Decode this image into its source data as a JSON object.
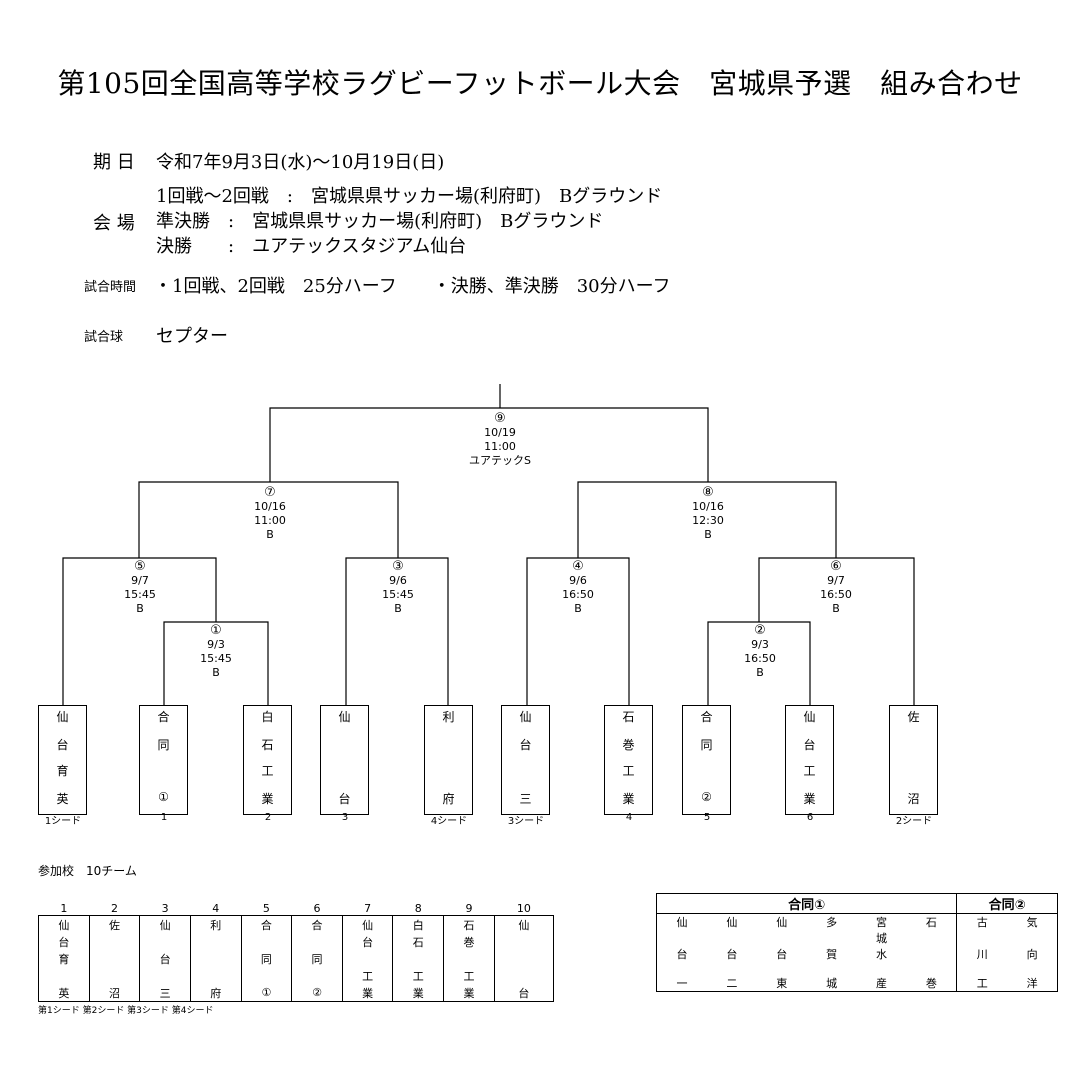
{
  "title": "第105回全国高等学校ラグビーフットボール大会　宮城県予選　組み合わせ",
  "info": {
    "date_label": "期 日",
    "date_value": "令和7年9月3日(水)～10月19日(日)",
    "venue_label": "会 場",
    "venue_line1": "1回戦～2回戦　:　宮城県県サッカー場(利府町)　Bグラウンド",
    "venue_line2": "準決勝　:　宮城県県サッカー場(利府町)　Bグラウンド",
    "venue_line3": "決勝　　:　ユアテックスタジアム仙台",
    "time_label": "試合時間",
    "time_value": "・1回戦、2回戦　25分ハーフ　　・決勝、準決勝　30分ハーフ",
    "ball_label": "試合球",
    "ball_value": "セプター"
  },
  "matches": [
    {
      "id": "m9",
      "lines": [
        "⑨",
        "10/19",
        "11:00",
        "ユアテックS"
      ]
    },
    {
      "id": "m7",
      "lines": [
        "⑦",
        "10/16",
        "11:00",
        "B"
      ]
    },
    {
      "id": "m8",
      "lines": [
        "⑧",
        "10/16",
        "12:30",
        "B"
      ]
    },
    {
      "id": "m5",
      "lines": [
        "⑤",
        "9/7",
        "15:45",
        "B"
      ]
    },
    {
      "id": "m3",
      "lines": [
        "③",
        "9/6",
        "15:45",
        "B"
      ]
    },
    {
      "id": "m4",
      "lines": [
        "④",
        "9/6",
        "16:50",
        "B"
      ]
    },
    {
      "id": "m6",
      "lines": [
        "⑥",
        "9/7",
        "16:50",
        "B"
      ]
    },
    {
      "id": "m1",
      "lines": [
        "①",
        "9/3",
        "15:45",
        "B"
      ]
    },
    {
      "id": "m2",
      "lines": [
        "②",
        "9/3",
        "16:50",
        "B"
      ]
    }
  ],
  "teams": [
    {
      "chars": [
        "仙",
        "台",
        "育",
        "英"
      ],
      "seed": "1シード"
    },
    {
      "chars": [
        "合",
        "同",
        "",
        "①"
      ],
      "seed": "1"
    },
    {
      "chars": [
        "白",
        "石",
        "工",
        "業"
      ],
      "seed": "2"
    },
    {
      "chars": [
        "仙",
        "",
        "",
        "台"
      ],
      "seed": "3"
    },
    {
      "chars": [
        "利",
        "",
        "",
        "府"
      ],
      "seed": "4シード"
    },
    {
      "chars": [
        "仙",
        "台",
        "",
        "三"
      ],
      "seed": "3シード"
    },
    {
      "chars": [
        "石",
        "巻",
        "工",
        "業"
      ],
      "seed": "4"
    },
    {
      "chars": [
        "合",
        "同",
        "",
        "②"
      ],
      "seed": "5"
    },
    {
      "chars": [
        "仙",
        "台",
        "工",
        "業"
      ],
      "seed": "6"
    },
    {
      "chars": [
        "佐",
        "",
        "",
        "沼"
      ],
      "seed": "2シード"
    }
  ],
  "participants_label": "参加校　10チーム",
  "participants": {
    "numbers": [
      "1",
      "2",
      "3",
      "4",
      "5",
      "6",
      "7",
      "8",
      "9",
      "10"
    ],
    "rows": [
      [
        "仙",
        "佐",
        "仙",
        "利",
        "合",
        "合",
        "仙",
        "白",
        "石",
        "仙"
      ],
      [
        "台",
        "",
        "",
        "",
        "",
        "",
        "台",
        "石",
        "巻",
        ""
      ],
      [
        "育",
        "",
        "台",
        "",
        "同",
        "同",
        "",
        "",
        "",
        ""
      ],
      [
        "",
        "",
        "",
        "",
        "",
        "",
        "工",
        "工",
        "工",
        ""
      ],
      [
        "英",
        "沼",
        "三",
        "府",
        "①",
        "②",
        "業",
        "業",
        "業",
        "台"
      ]
    ],
    "seed_note": "第1シード 第2シード 第3シード 第4シード"
  },
  "joint": {
    "header1": "合同①",
    "header2": "合同②",
    "cols": [
      [
        "仙",
        "",
        "台",
        "",
        "一"
      ],
      [
        "仙",
        "",
        "台",
        "",
        "二"
      ],
      [
        "仙",
        "",
        "台",
        "",
        "東"
      ],
      [
        "多",
        "",
        "賀",
        "",
        "城"
      ],
      [
        "宮",
        "城",
        "水",
        "",
        "産"
      ],
      [
        "石",
        "",
        "",
        "",
        "巻"
      ],
      [
        "古",
        "",
        "川",
        "",
        "工"
      ],
      [
        "気",
        "",
        "向",
        "",
        "洋"
      ]
    ]
  }
}
